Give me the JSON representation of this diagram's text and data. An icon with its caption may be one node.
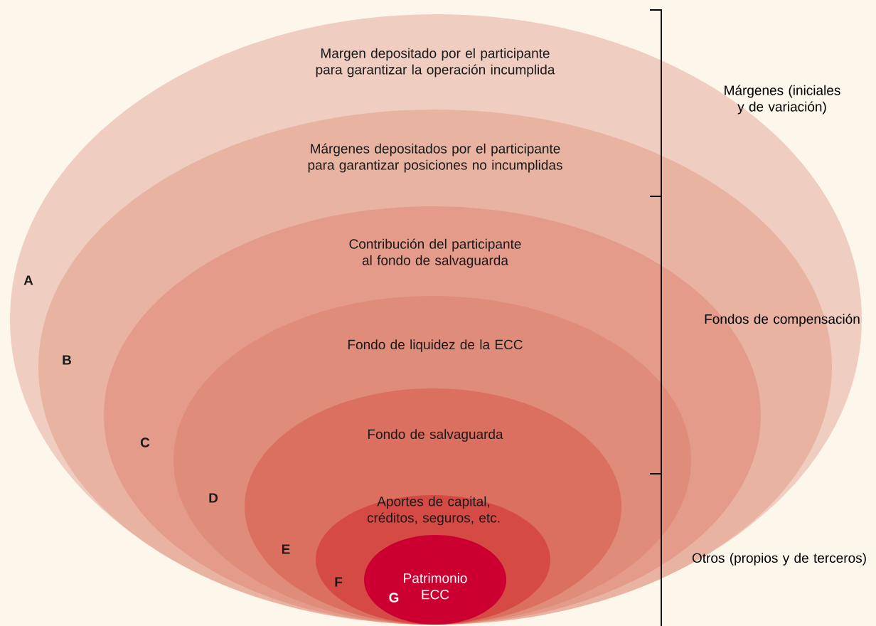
{
  "diagram": {
    "nodes": [
      {
        "text": [
          "Margen depositado por el participante para garantizar la operación incumplida",
          "A"
        ]
      },
      {
        "text": [
          "Márgenes depositados por el participante para garantizar posiciones no incumplidas",
          "B"
        ],
        "in": 0
      },
      {
        "text": [
          "Contribución del participante al fondo de salvaguarda",
          "C"
        ],
        "in": 1
      },
      {
        "text": [
          "Fondo de liquidez de la ECC",
          "D"
        ],
        "in": 2
      },
      {
        "text": [
          "Fondo de salvaguarda",
          "E"
        ],
        "in": 3
      },
      {
        "text": [
          "Aportes de capital, créditos, seguros, etc.",
          "F"
        ],
        "in": 4
      },
      {
        "text": [
          "G",
          "Patrimonio ECC"
        ],
        "in": 5
      }
    ],
    "edges": [],
    "labels": [
      "Márgenes (iniciales y de variación)",
      "Fondos de compensación",
      "Otros (propios y de terceros)"
    ]
  }
}
